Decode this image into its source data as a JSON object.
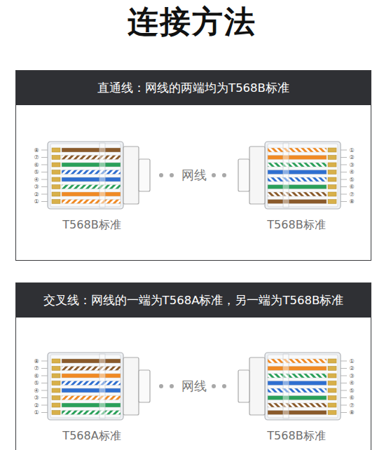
{
  "diagram": {
    "title": "连接方法",
    "nodes": [
      {
        "text": [
          "直通线：网线的两端均为T568B标准"
        ]
      },
      {
        "text": [
          "T568B标准"
        ],
        "in": 0
      },
      {
        "text": [
          "T568B标准"
        ],
        "in": 0
      },
      {
        "text": [
          "交叉线：网线的一端为T568A标准，另一端为T568B标准"
        ]
      },
      {
        "text": [
          "T568A标准"
        ],
        "in": 3
      },
      {
        "text": [
          "T568B标准"
        ],
        "in": 3
      }
    ],
    "edges": [
      {
        "from": 1,
        "to": 2,
        "arrow": "none",
        "label": "网线"
      },
      {
        "from": 4,
        "to": 5,
        "arrow": "none",
        "label": "网线"
      }
    ],
    "labels": [
      "⑧",
      "⑦",
      "⑥",
      "⑤",
      "④",
      "③",
      "②",
      "①",
      "①",
      "②",
      "③",
      "④",
      "⑤",
      "⑥",
      "⑦",
      "⑧",
      "⑧",
      "⑦",
      "⑥",
      "⑤",
      "④",
      "③",
      "②",
      "①",
      "①",
      "②",
      "③",
      "④",
      "⑤",
      "⑥",
      "⑦",
      "⑧"
    ]
  }
}
